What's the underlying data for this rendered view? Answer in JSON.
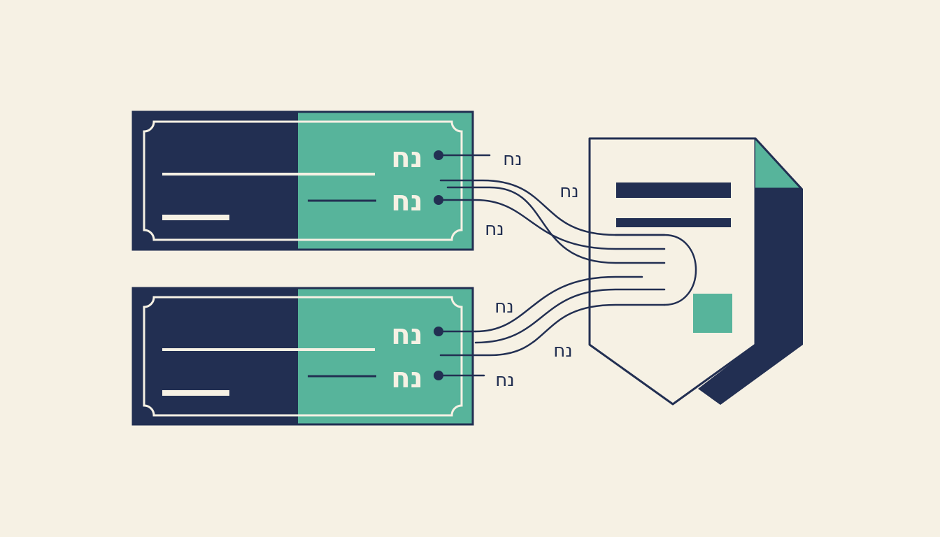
{
  "colors": {
    "background": "#f6f1e4",
    "navy": "#222f52",
    "green": "#57b49b",
    "cream": "#f6f1e4",
    "line": "#222f52"
  },
  "cards": [
    {
      "labels": [
        "נח",
        "נח"
      ]
    },
    {
      "labels": [
        "נח",
        "נח"
      ]
    }
  ],
  "connector_labels": [
    "נח",
    "נח",
    "נח",
    "נח",
    "נח",
    "נח"
  ],
  "icons": {
    "card": "ticket-icon",
    "document": "document-icon"
  }
}
